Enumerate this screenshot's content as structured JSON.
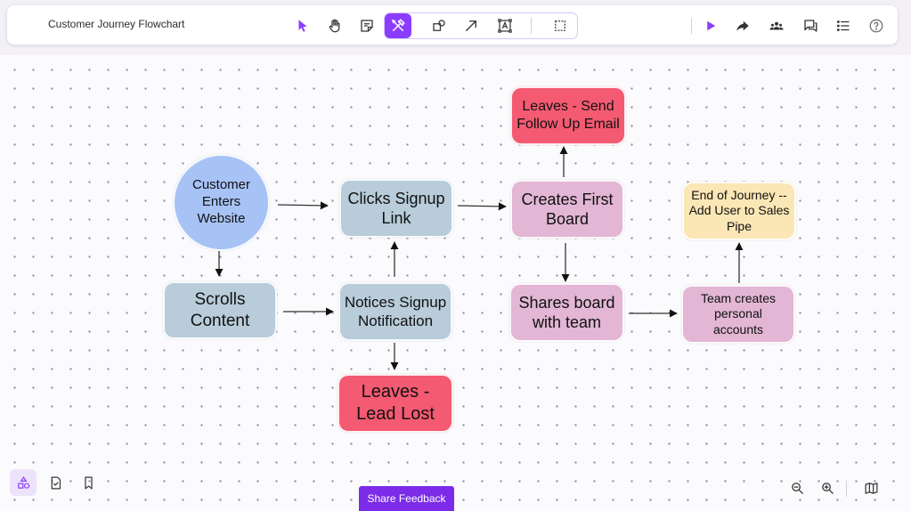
{
  "app": {
    "document_title": "Customer Journey Flowchart",
    "accent_color": "#8b3dff"
  },
  "toolbar": {
    "tools": [
      {
        "icon": "select-pointer-icon"
      },
      {
        "icon": "hand-pan-icon"
      },
      {
        "icon": "sticky-note-icon"
      },
      {
        "icon": "tools-icon",
        "active": true
      },
      {
        "icon": "shapes-icon"
      },
      {
        "icon": "connector-arrow-icon"
      },
      {
        "icon": "text-box-icon"
      },
      {
        "icon": "frame-select-icon"
      }
    ],
    "right_tools": [
      {
        "icon": "present-pointer-icon"
      },
      {
        "icon": "share-icon"
      },
      {
        "icon": "collaborators-icon"
      },
      {
        "icon": "comments-icon"
      },
      {
        "icon": "list-icon"
      },
      {
        "icon": "help-icon"
      }
    ]
  },
  "flowchart": {
    "nodes": {
      "customer_enters": "Customer Enters Website",
      "scrolls_content": "Scrolls Content",
      "clicks_signup": "Clicks Signup Link",
      "notices_signup": "Notices Signup Notification",
      "leaves_lead_lost": "Leaves - Lead Lost",
      "creates_board": "Creates First Board",
      "leaves_follow_up": "Leaves - Send Follow Up Email",
      "shares_board": "Shares board with team",
      "team_creates": "Team creates personal accounts",
      "end_of_journey": "End of Journey -- Add User to Sales Pipe"
    },
    "colors": {
      "blue": "#b8ccda",
      "circle": "#a7c2f5",
      "red": "#f45a72",
      "pink": "#e2b6d4",
      "yellow": "#fbe7b6"
    }
  },
  "bottom_bar": {
    "left_icons": [
      "shapes-panel-icon",
      "checklist-icon",
      "bookmark-icon"
    ],
    "feedback_label": "Share Feedback",
    "right_icons": [
      "zoom-out-icon",
      "zoom-in-icon",
      "map-icon"
    ]
  }
}
